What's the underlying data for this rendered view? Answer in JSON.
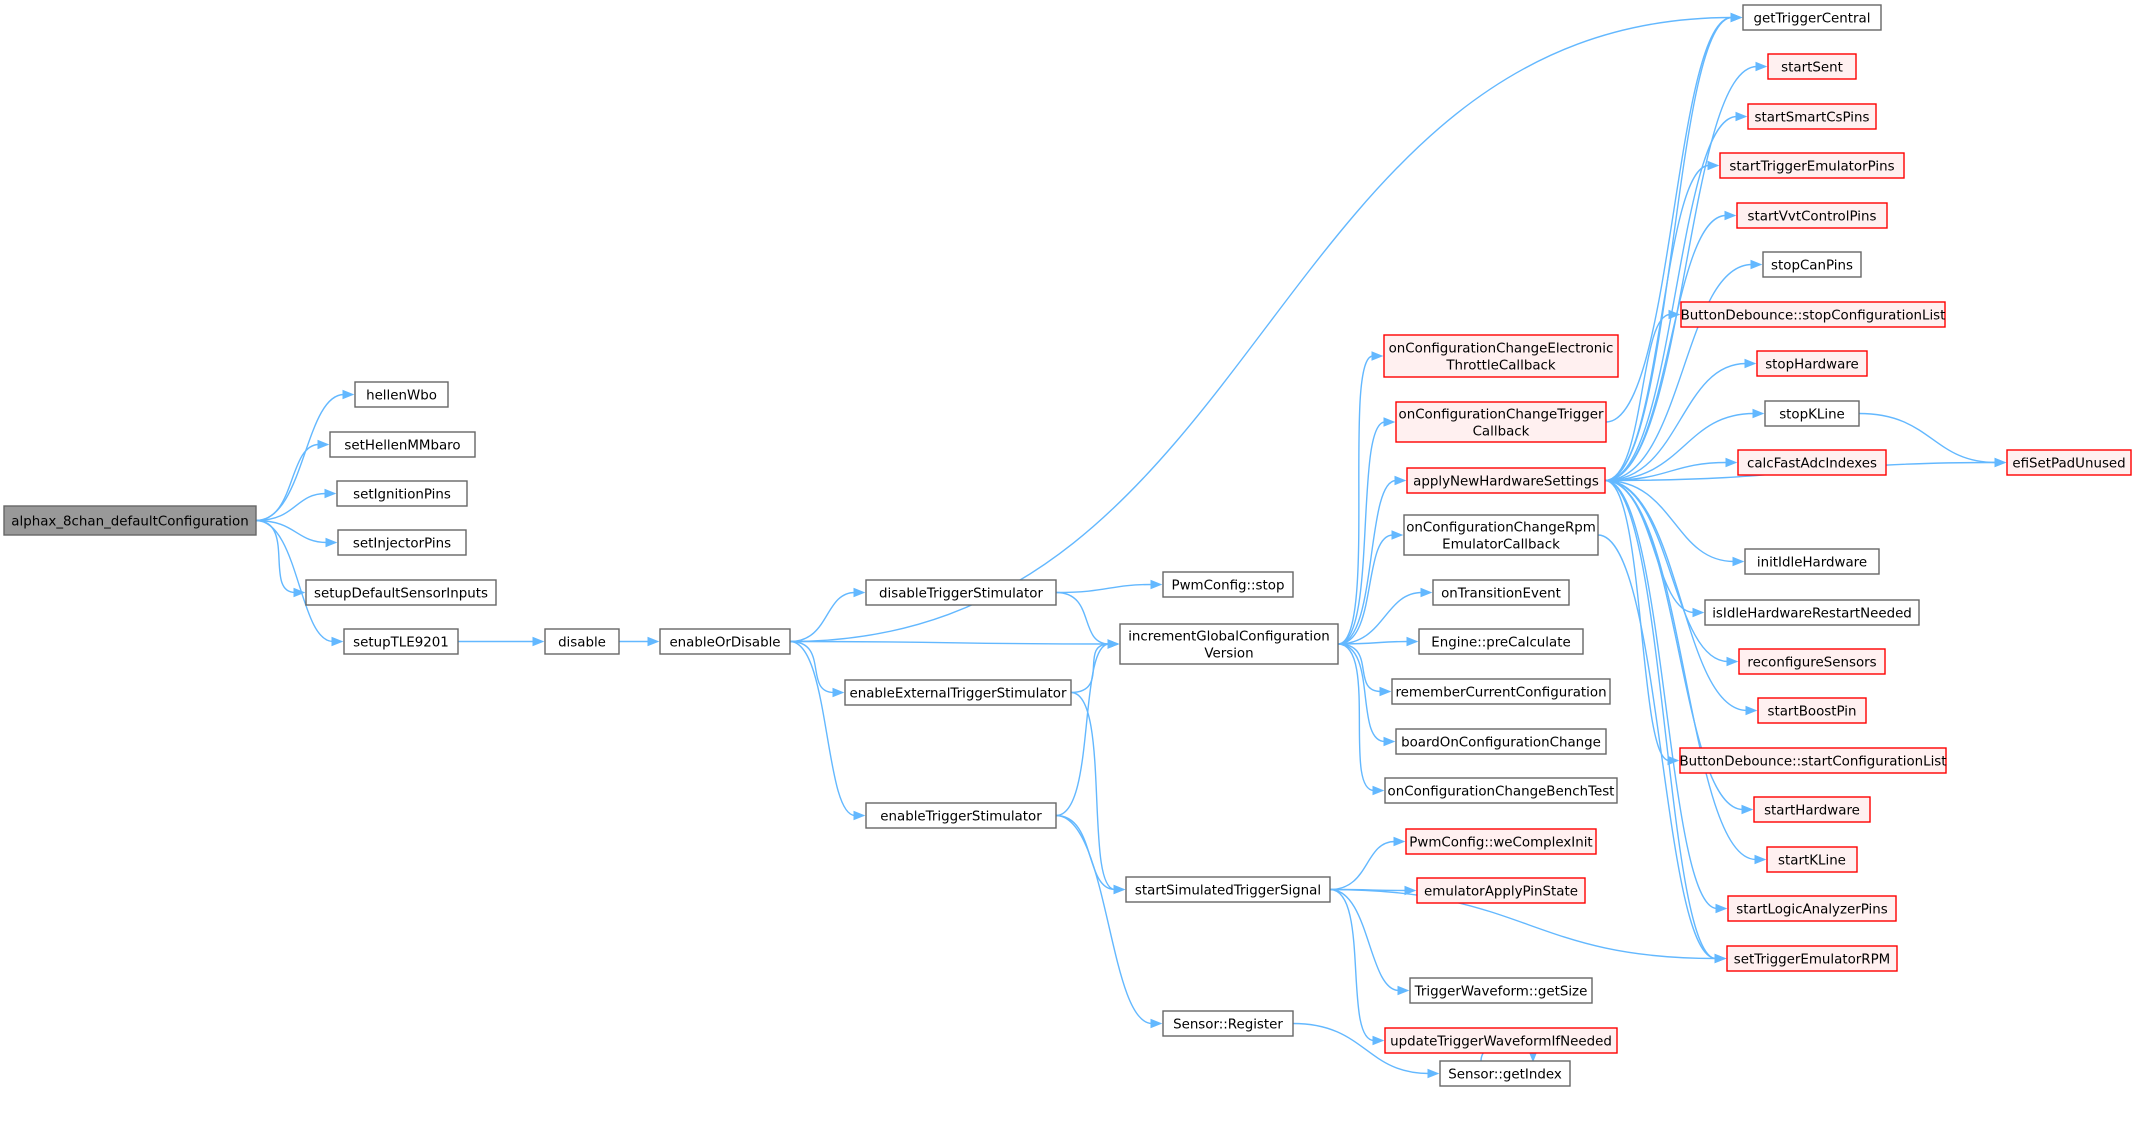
{
  "colors": {
    "edge": "#63b8ff",
    "normal_stroke": "#666666",
    "normal_fill": "#ffffff",
    "truncated_stroke": "#ff0000",
    "truncated_fill": "#fff0f0",
    "root_fill": "#999999",
    "root_stroke": "#666666"
  },
  "nodes": [
    {
      "id": "root",
      "label": [
        "alphax_8chan_defaultConfiguration"
      ],
      "style": "root"
    },
    {
      "id": "hellenWbo",
      "label": [
        "hellenWbo"
      ],
      "style": "normal"
    },
    {
      "id": "setHellenMMbaro",
      "label": [
        "setHellenMMbaro"
      ],
      "style": "normal"
    },
    {
      "id": "setIgnitionPins",
      "label": [
        "setIgnitionPins"
      ],
      "style": "normal"
    },
    {
      "id": "setInjectorPins",
      "label": [
        "setInjectorPins"
      ],
      "style": "normal"
    },
    {
      "id": "setupDefaultSensorInputs",
      "label": [
        "setupDefaultSensorInputs"
      ],
      "style": "normal"
    },
    {
      "id": "setupTLE9201",
      "label": [
        "setupTLE9201"
      ],
      "style": "normal"
    },
    {
      "id": "disable",
      "label": [
        "disable"
      ],
      "style": "normal"
    },
    {
      "id": "enableOrDisable",
      "label": [
        "enableOrDisable"
      ],
      "style": "normal"
    },
    {
      "id": "disableTriggerStimulator",
      "label": [
        "disableTriggerStimulator"
      ],
      "style": "normal"
    },
    {
      "id": "enableExternalTriggerStimulator",
      "label": [
        "enableExternalTriggerStimulator"
      ],
      "style": "normal"
    },
    {
      "id": "enableTriggerStimulator",
      "label": [
        "enableTriggerStimulator"
      ],
      "style": "normal"
    },
    {
      "id": "PwmConfigStop",
      "label": [
        "PwmConfig::stop"
      ],
      "style": "normal"
    },
    {
      "id": "incrementGlobalConfigurationVersion",
      "label": [
        "incrementGlobalConfiguration",
        "Version"
      ],
      "style": "normal"
    },
    {
      "id": "startSimulatedTriggerSignal",
      "label": [
        "startSimulatedTriggerSignal"
      ],
      "style": "normal"
    },
    {
      "id": "SensorRegister",
      "label": [
        "Sensor::Register"
      ],
      "style": "normal"
    },
    {
      "id": "SensorGetIndex",
      "label": [
        "Sensor::getIndex"
      ],
      "style": "normal"
    },
    {
      "id": "onConfigurationChangeElectronicThrottleCallback",
      "label": [
        "onConfigurationChangeElectronic",
        "ThrottleCallback"
      ],
      "style": "truncated"
    },
    {
      "id": "onConfigurationChangeTriggerCallback",
      "label": [
        "onConfigurationChangeTrigger",
        "Callback"
      ],
      "style": "truncated"
    },
    {
      "id": "applyNewHardwareSettings",
      "label": [
        "applyNewHardwareSettings"
      ],
      "style": "truncated"
    },
    {
      "id": "onConfigurationChangeRpmEmulatorCallback",
      "label": [
        "onConfigurationChangeRpm",
        "EmulatorCallback"
      ],
      "style": "normal"
    },
    {
      "id": "onTransitionEvent",
      "label": [
        "onTransitionEvent"
      ],
      "style": "normal"
    },
    {
      "id": "EnginePreCalculate",
      "label": [
        "Engine::preCalculate"
      ],
      "style": "normal"
    },
    {
      "id": "rememberCurrentConfiguration",
      "label": [
        "rememberCurrentConfiguration"
      ],
      "style": "normal"
    },
    {
      "id": "boardOnConfigurationChange",
      "label": [
        "boardOnConfigurationChange"
      ],
      "style": "normal"
    },
    {
      "id": "onConfigurationChangeBenchTest",
      "label": [
        "onConfigurationChangeBenchTest"
      ],
      "style": "normal"
    },
    {
      "id": "PwmConfigWeComplexInit",
      "label": [
        "PwmConfig::weComplexInit"
      ],
      "style": "truncated"
    },
    {
      "id": "emulatorApplyPinState",
      "label": [
        "emulatorApplyPinState"
      ],
      "style": "truncated"
    },
    {
      "id": "TriggerWaveformGetSize",
      "label": [
        "TriggerWaveform::getSize"
      ],
      "style": "normal"
    },
    {
      "id": "updateTriggerWaveformIfNeeded",
      "label": [
        "updateTriggerWaveformIfNeeded"
      ],
      "style": "truncated"
    },
    {
      "id": "getTriggerCentral",
      "label": [
        "getTriggerCentral"
      ],
      "style": "normal"
    },
    {
      "id": "startSent",
      "label": [
        "startSent"
      ],
      "style": "truncated"
    },
    {
      "id": "startSmartCsPins",
      "label": [
        "startSmartCsPins"
      ],
      "style": "truncated"
    },
    {
      "id": "startTriggerEmulatorPins",
      "label": [
        "startTriggerEmulatorPins"
      ],
      "style": "truncated"
    },
    {
      "id": "startVvtControlPins",
      "label": [
        "startVvtControlPins"
      ],
      "style": "truncated"
    },
    {
      "id": "stopCanPins",
      "label": [
        "stopCanPins"
      ],
      "style": "normal"
    },
    {
      "id": "ButtonDebounceStop",
      "label": [
        "ButtonDebounce::stopConfigurationList"
      ],
      "style": "truncated"
    },
    {
      "id": "stopHardware",
      "label": [
        "stopHardware"
      ],
      "style": "truncated"
    },
    {
      "id": "stopKLine",
      "label": [
        "stopKLine"
      ],
      "style": "normal"
    },
    {
      "id": "calcFastAdcIndexes",
      "label": [
        "calcFastAdcIndexes"
      ],
      "style": "truncated"
    },
    {
      "id": "initIdleHardware",
      "label": [
        "initIdleHardware"
      ],
      "style": "normal"
    },
    {
      "id": "isIdleHardwareRestartNeeded",
      "label": [
        "isIdleHardwareRestartNeeded"
      ],
      "style": "normal"
    },
    {
      "id": "reconfigureSensors",
      "label": [
        "reconfigureSensors"
      ],
      "style": "truncated"
    },
    {
      "id": "startBoostPin",
      "label": [
        "startBoostPin"
      ],
      "style": "truncated"
    },
    {
      "id": "ButtonDebounceStart",
      "label": [
        "ButtonDebounce::startConfigurationList"
      ],
      "style": "truncated"
    },
    {
      "id": "startHardware",
      "label": [
        "startHardware"
      ],
      "style": "truncated"
    },
    {
      "id": "startKLine",
      "label": [
        "startKLine"
      ],
      "style": "truncated"
    },
    {
      "id": "startLogicAnalyzerPins",
      "label": [
        "startLogicAnalyzerPins"
      ],
      "style": "truncated"
    },
    {
      "id": "setTriggerEmulatorRPM",
      "label": [
        "setTriggerEmulatorRPM"
      ],
      "style": "truncated"
    },
    {
      "id": "efiSetPadUnused",
      "label": [
        "efiSetPadUnused"
      ],
      "style": "truncated"
    }
  ],
  "edges": [
    [
      "root",
      "hellenWbo"
    ],
    [
      "root",
      "setHellenMMbaro"
    ],
    [
      "root",
      "setIgnitionPins"
    ],
    [
      "root",
      "setInjectorPins"
    ],
    [
      "root",
      "setupDefaultSensorInputs"
    ],
    [
      "root",
      "setupTLE9201"
    ],
    [
      "setupTLE9201",
      "disable"
    ],
    [
      "disable",
      "enableOrDisable"
    ],
    [
      "enableOrDisable",
      "getTriggerCentral"
    ],
    [
      "enableOrDisable",
      "disableTriggerStimulator"
    ],
    [
      "enableOrDisable",
      "incrementGlobalConfigurationVersion"
    ],
    [
      "enableOrDisable",
      "enableExternalTriggerStimulator"
    ],
    [
      "enableOrDisable",
      "enableTriggerStimulator"
    ],
    [
      "disableTriggerStimulator",
      "PwmConfigStop"
    ],
    [
      "disableTriggerStimulator",
      "incrementGlobalConfigurationVersion"
    ],
    [
      "enableExternalTriggerStimulator",
      "incrementGlobalConfigurationVersion"
    ],
    [
      "enableExternalTriggerStimulator",
      "startSimulatedTriggerSignal"
    ],
    [
      "enableTriggerStimulator",
      "incrementGlobalConfigurationVersion"
    ],
    [
      "enableTriggerStimulator",
      "startSimulatedTriggerSignal"
    ],
    [
      "enableTriggerStimulator",
      "SensorRegister"
    ],
    [
      "SensorRegister",
      "SensorGetIndex"
    ],
    [
      "SensorGetIndex",
      "SensorGetIndex"
    ],
    [
      "incrementGlobalConfigurationVersion",
      "onConfigurationChangeElectronicThrottleCallback"
    ],
    [
      "incrementGlobalConfigurationVersion",
      "onConfigurationChangeTriggerCallback"
    ],
    [
      "incrementGlobalConfigurationVersion",
      "applyNewHardwareSettings"
    ],
    [
      "incrementGlobalConfigurationVersion",
      "onConfigurationChangeRpmEmulatorCallback"
    ],
    [
      "incrementGlobalConfigurationVersion",
      "onTransitionEvent"
    ],
    [
      "incrementGlobalConfigurationVersion",
      "EnginePreCalculate"
    ],
    [
      "incrementGlobalConfigurationVersion",
      "rememberCurrentConfiguration"
    ],
    [
      "incrementGlobalConfigurationVersion",
      "boardOnConfigurationChange"
    ],
    [
      "incrementGlobalConfigurationVersion",
      "onConfigurationChangeBenchTest"
    ],
    [
      "onConfigurationChangeTriggerCallback",
      "getTriggerCentral"
    ],
    [
      "onConfigurationChangeRpmEmulatorCallback",
      "setTriggerEmulatorRPM"
    ],
    [
      "startSimulatedTriggerSignal",
      "PwmConfigWeComplexInit"
    ],
    [
      "startSimulatedTriggerSignal",
      "emulatorApplyPinState"
    ],
    [
      "startSimulatedTriggerSignal",
      "setTriggerEmulatorRPM"
    ],
    [
      "startSimulatedTriggerSignal",
      "TriggerWaveformGetSize"
    ],
    [
      "startSimulatedTriggerSignal",
      "updateTriggerWaveformIfNeeded"
    ],
    [
      "applyNewHardwareSettings",
      "getTriggerCentral"
    ],
    [
      "applyNewHardwareSettings",
      "startSent"
    ],
    [
      "applyNewHardwareSettings",
      "startSmartCsPins"
    ],
    [
      "applyNewHardwareSettings",
      "startTriggerEmulatorPins"
    ],
    [
      "applyNewHardwareSettings",
      "startVvtControlPins"
    ],
    [
      "applyNewHardwareSettings",
      "stopCanPins"
    ],
    [
      "applyNewHardwareSettings",
      "ButtonDebounceStop"
    ],
    [
      "applyNewHardwareSettings",
      "stopHardware"
    ],
    [
      "applyNewHardwareSettings",
      "stopKLine"
    ],
    [
      "applyNewHardwareSettings",
      "calcFastAdcIndexes"
    ],
    [
      "applyNewHardwareSettings",
      "efiSetPadUnused"
    ],
    [
      "applyNewHardwareSettings",
      "initIdleHardware"
    ],
    [
      "applyNewHardwareSettings",
      "isIdleHardwareRestartNeeded"
    ],
    [
      "applyNewHardwareSettings",
      "reconfigureSensors"
    ],
    [
      "applyNewHardwareSettings",
      "startBoostPin"
    ],
    [
      "applyNewHardwareSettings",
      "ButtonDebounceStart"
    ],
    [
      "applyNewHardwareSettings",
      "startHardware"
    ],
    [
      "applyNewHardwareSettings",
      "startKLine"
    ],
    [
      "applyNewHardwareSettings",
      "startLogicAnalyzerPins"
    ],
    [
      "applyNewHardwareSettings",
      "setTriggerEmulatorRPM"
    ],
    [
      "stopKLine",
      "efiSetPadUnused"
    ]
  ]
}
